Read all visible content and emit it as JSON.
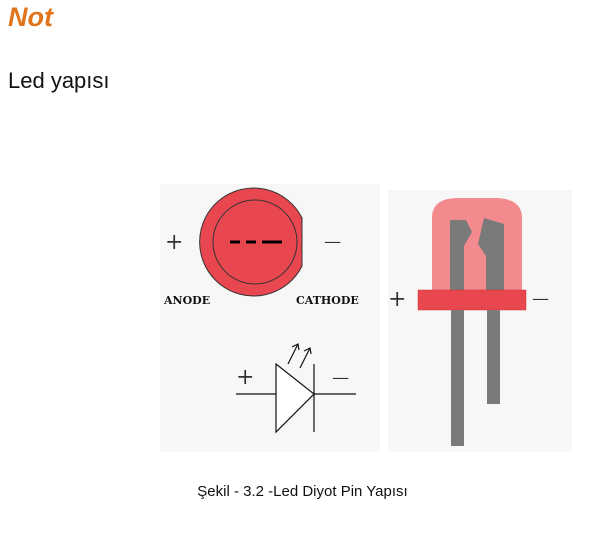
{
  "note": {
    "title": "Not"
  },
  "section": {
    "title": "Led yapısı"
  },
  "figure": {
    "anode_label": "ANODE",
    "cathode_label": "CATHODE",
    "plus_sign": "+",
    "minus_sign": "—",
    "caption": "Şekil - 3.2 -Led Diyot Pin Yapısı"
  },
  "colors": {
    "heading": "#e0751c",
    "led_red": "#e8474f",
    "led_light": "#f28a8e",
    "lead_gray": "#7a7a7a"
  }
}
